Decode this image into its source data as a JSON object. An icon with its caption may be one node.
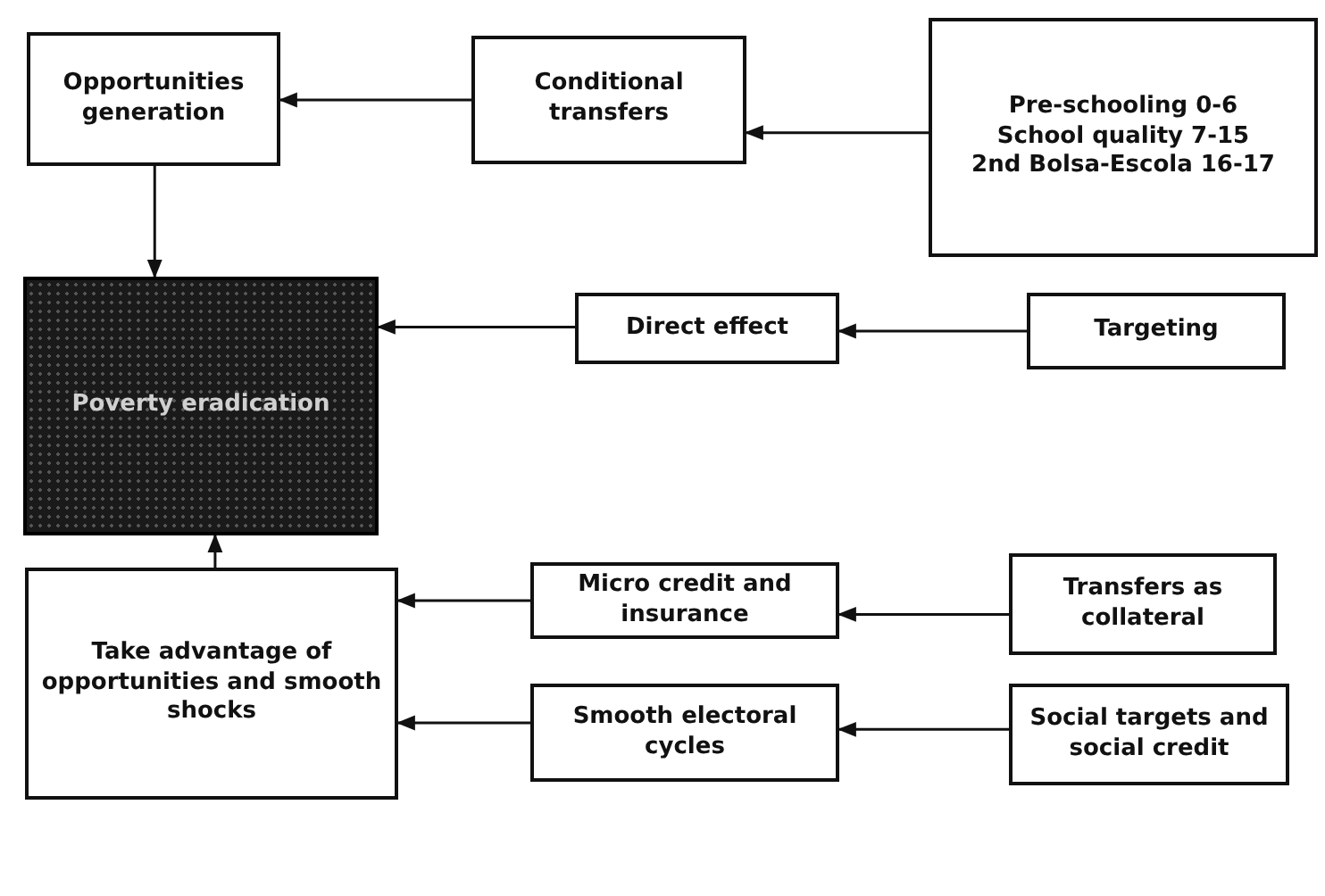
{
  "diagram": {
    "nodes": [
      {
        "text": [
          "Opportunities generation"
        ]
      },
      {
        "text": [
          "Conditional transfers"
        ]
      },
      {
        "text": [
          "Pre-schooling 0-6",
          "School quality 7-15",
          "2nd Bolsa-Escola 16-17"
        ]
      },
      {
        "text": [
          "Poverty eradication"
        ]
      },
      {
        "text": [
          "Direct effect"
        ]
      },
      {
        "text": [
          "Targeting"
        ]
      },
      {
        "text": [
          "Take advantage of opportunities and smooth shocks"
        ]
      },
      {
        "text": [
          "Micro credit and insurance"
        ]
      },
      {
        "text": [
          "Transfers as collateral"
        ]
      },
      {
        "text": [
          "Smooth electoral cycles"
        ]
      },
      {
        "text": [
          "Social targets and social credit"
        ]
      }
    ],
    "edges": [
      {
        "from": 1,
        "to": 0,
        "arrow": "to"
      },
      {
        "from": 2,
        "to": 1,
        "arrow": "to"
      },
      {
        "from": 0,
        "to": 3,
        "arrow": "to"
      },
      {
        "from": 4,
        "to": 3,
        "arrow": "to"
      },
      {
        "from": 5,
        "to": 4,
        "arrow": "to"
      },
      {
        "from": 6,
        "to": 3,
        "arrow": "to"
      },
      {
        "from": 7,
        "to": 6,
        "arrow": "to"
      },
      {
        "from": 8,
        "to": 7,
        "arrow": "to"
      },
      {
        "from": 9,
        "to": 6,
        "arrow": "to"
      },
      {
        "from": 10,
        "to": 9,
        "arrow": "to"
      }
    ]
  }
}
